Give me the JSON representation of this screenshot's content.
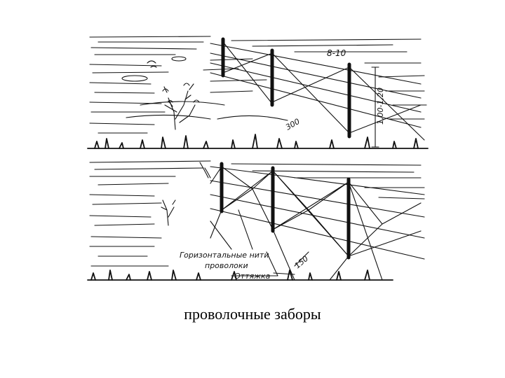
{
  "caption": "проволочные заборы",
  "upper_sketch": {
    "dim_spacing": "8-10",
    "dim_height": "1,00-1,20",
    "dim_post": "300"
  },
  "lower_sketch": {
    "note_horizontal": "Горизонтальные нити",
    "note_horizontal_2": "проволоки",
    "note_stake": "Оттяжка",
    "dim_angle": "150"
  }
}
